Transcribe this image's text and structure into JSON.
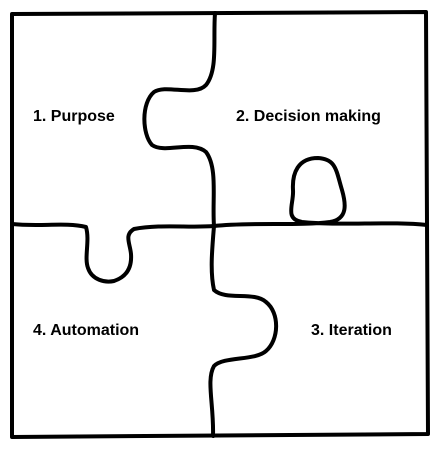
{
  "pieces": [
    {
      "id": "purpose",
      "label": "1. Purpose"
    },
    {
      "id": "decision-making",
      "label": "2. Decision making"
    },
    {
      "id": "iteration",
      "label": "3. Iteration"
    },
    {
      "id": "automation",
      "label": "4. Automation"
    }
  ],
  "colors": {
    "stroke": "#000000",
    "background": "#ffffff",
    "text": "#000000"
  }
}
